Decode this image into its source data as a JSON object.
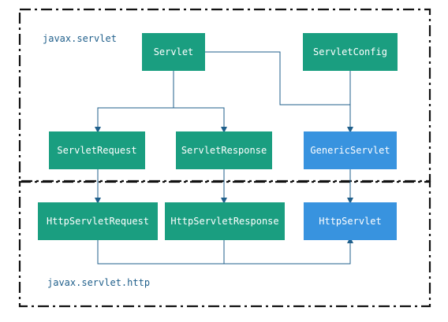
{
  "packages": {
    "top": "javax.servlet",
    "bottom": "javax.servlet.http"
  },
  "nodes": {
    "servlet": "Servlet",
    "servlet_config": "ServletConfig",
    "servlet_request": "ServletRequest",
    "servlet_response": "ServletResponse",
    "generic_servlet": "GenericServlet",
    "http_servlet_request": "HttpServletRequest",
    "http_servlet_response": "HttpServletResponse",
    "http_servlet": "HttpServlet"
  },
  "colors": {
    "interface_box": "#1a9e80",
    "class_box": "#3893df",
    "connector": "#1f5f8b",
    "package_border": "#111111"
  }
}
